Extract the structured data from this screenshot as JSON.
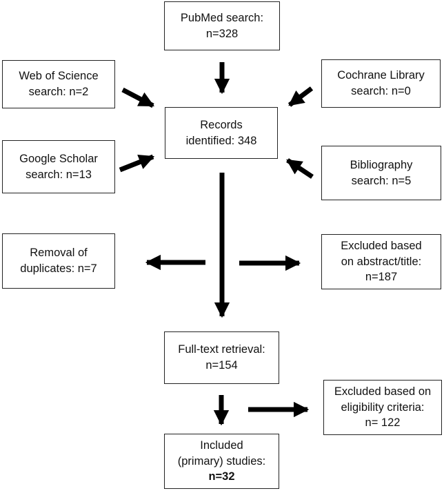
{
  "boxes": {
    "pubmed": {
      "lines": [
        "PubMed search:",
        "n=328"
      ]
    },
    "wos": {
      "lines": [
        "Web of Science",
        "search: n=2"
      ]
    },
    "cochrane": {
      "lines": [
        "Cochrane Library",
        "search: n=0"
      ]
    },
    "records": {
      "lines": [
        "Records",
        "identified: 348"
      ]
    },
    "scholar": {
      "lines": [
        "Google Scholar",
        "search: n=13"
      ]
    },
    "bibliography": {
      "lines": [
        "Bibliography",
        "search: n=5"
      ]
    },
    "duplicates": {
      "lines": [
        "Removal of",
        "duplicates: n=7"
      ]
    },
    "excluded_abstract": {
      "lines": [
        "Excluded based",
        "on abstract/title:",
        "n=187"
      ]
    },
    "fulltext": {
      "lines": [
        "Full-text retrieval:",
        "n=154"
      ]
    },
    "excluded_eligibility": {
      "lines": [
        "Excluded based on",
        "eligibility criteria:",
        "n= 122"
      ]
    },
    "included": {
      "lines": [
        "Included",
        "(primary) studies:",
        "n=32"
      ]
    }
  },
  "colors": {
    "arrow": "#000000",
    "border": "#222222"
  }
}
